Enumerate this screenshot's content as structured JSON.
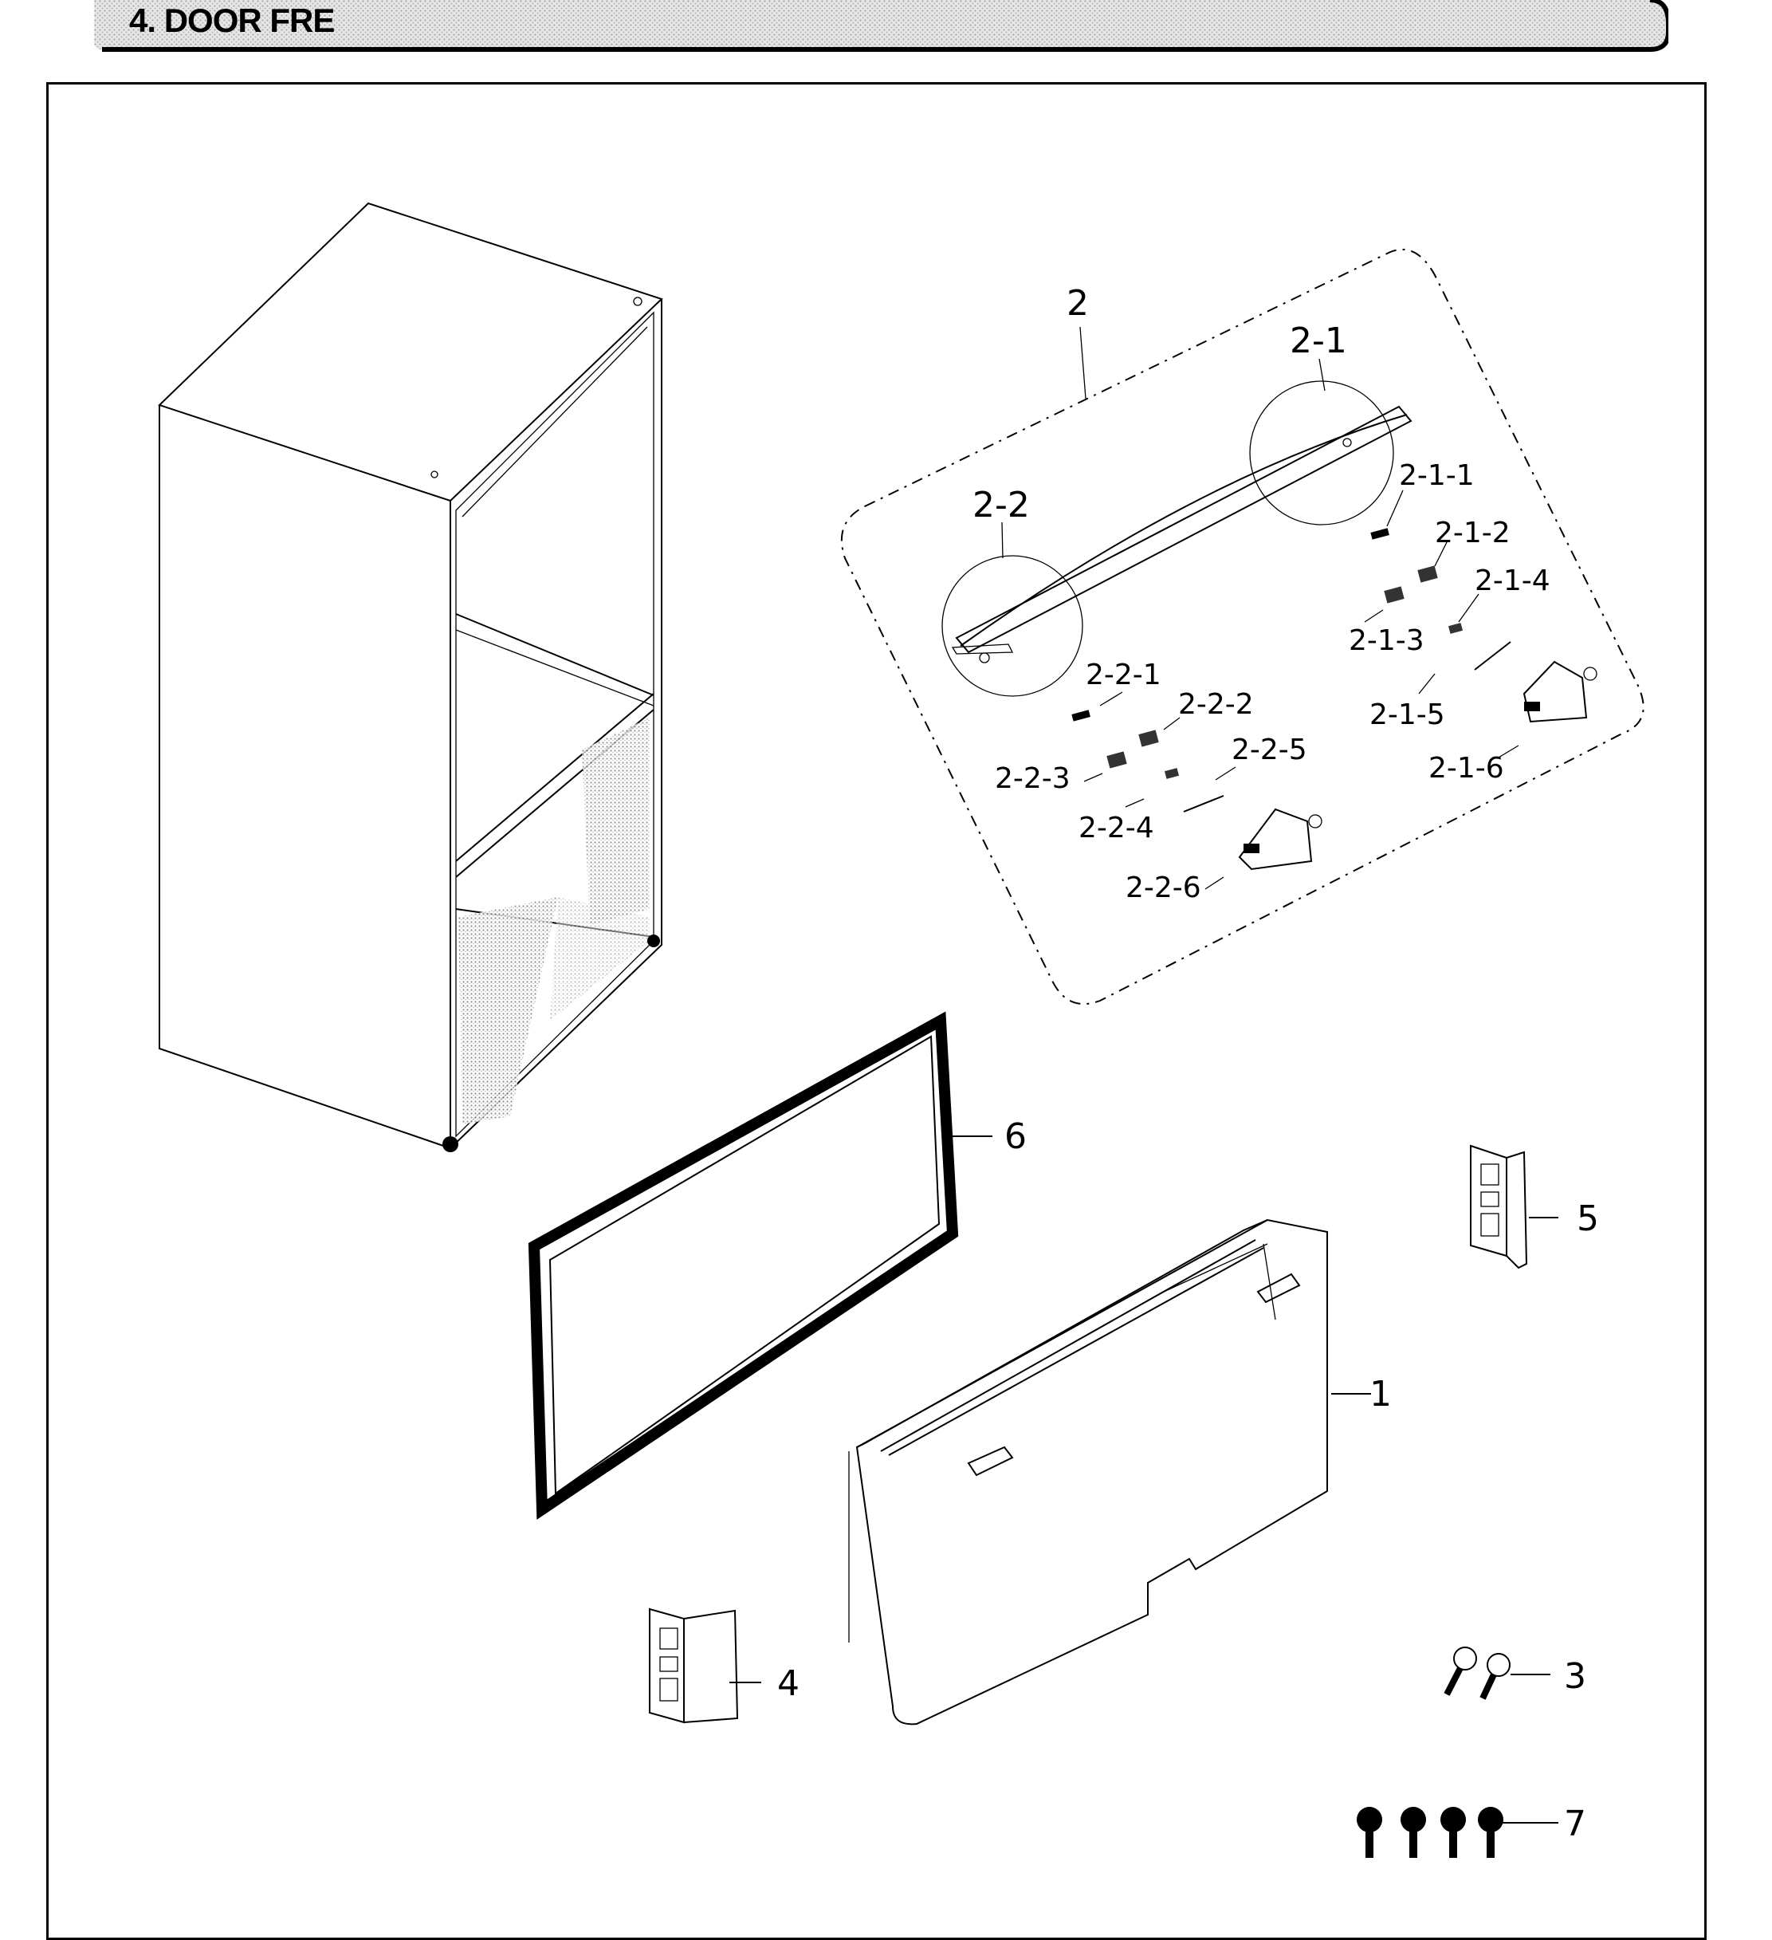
{
  "section": {
    "title": "4. DOOR FRE"
  },
  "callouts": {
    "door_assy": "1",
    "hinge_top_assy": "2",
    "hinge_right_group": "2-1",
    "hinge_left_group": "2-2",
    "p_2_1_1": "2-1-1",
    "p_2_1_2": "2-1-2",
    "p_2_1_3": "2-1-3",
    "p_2_1_4": "2-1-4",
    "p_2_1_5": "2-1-5",
    "p_2_1_6": "2-1-6",
    "p_2_2_1": "2-2-1",
    "p_2_2_2": "2-2-2",
    "p_2_2_3": "2-2-3",
    "p_2_2_4": "2-2-4",
    "p_2_2_5": "2-2-5",
    "p_2_2_6": "2-2-6",
    "screw_pair": "3",
    "bracket_left": "4",
    "bracket_right": "5",
    "gasket": "6",
    "screw_set": "7"
  }
}
